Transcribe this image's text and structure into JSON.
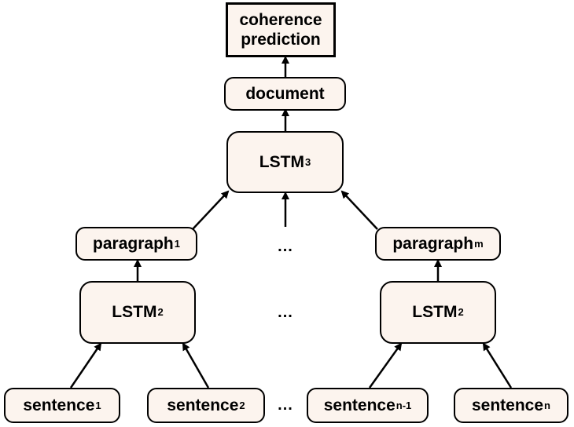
{
  "nodes": {
    "coherence_prediction": {
      "line1": "coherence",
      "line2": "prediction"
    },
    "document": {
      "label": "document"
    },
    "lstm3": {
      "label": "LSTM",
      "sub": "3"
    },
    "paragraph1": {
      "label": "paragraph",
      "sub": "1"
    },
    "paragraphm": {
      "label": "paragraph",
      "sub": "m"
    },
    "lstm2_left": {
      "label": "LSTM",
      "sub": "2"
    },
    "lstm2_right": {
      "label": "LSTM",
      "sub": "2"
    },
    "sentence1": {
      "label": "sentence",
      "sub": "1"
    },
    "sentence2": {
      "label": "sentence",
      "sub": "2"
    },
    "sentence_n_1": {
      "label": "sentence",
      "sub": "n-1"
    },
    "sentence_n": {
      "label": "sentence",
      "sub": "n"
    }
  },
  "ellipsis": "..."
}
